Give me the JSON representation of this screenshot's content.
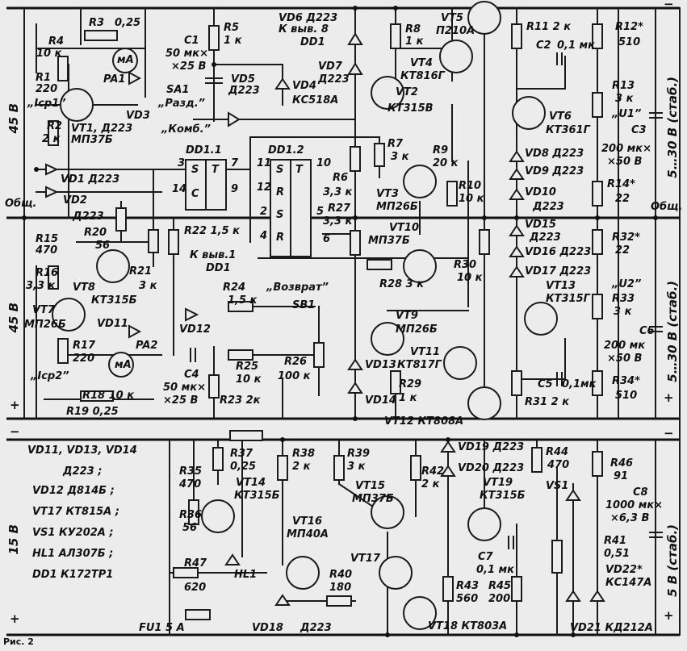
{
  "rails": {
    "v45": "45 В",
    "v15": "15 В",
    "obsh_left": "Общ.",
    "obsh_right": "Общ.",
    "plus": "+",
    "minus": "−",
    "stab_u1": "5…30 В (стаб.)",
    "stab_u2": "5…30 В (стаб.)",
    "stab_5": "5 В (стаб.)"
  },
  "top": {
    "r4": "R4",
    "r4v": "10 к",
    "r3": "R3",
    "r3v": "0,25",
    "r1": "R1",
    "r1v": "220",
    "icp1": "„Iср1”",
    "r2": "R2",
    "r2v": "2 к",
    "vt1": "VT1, Д223",
    "vt1m": "МП37Б",
    "pa1": "PA1",
    "ma": "мА",
    "vd3": "VD3",
    "r5": "R5",
    "r5v": "1 к",
    "c1": "C1",
    "c1v": "50 мк×",
    "c1v2": "×25 В",
    "vd5": "VD5",
    "vd5m": "Д223",
    "vd4": "VD4",
    "vd4m": "КС518А",
    "sa1": "SA1",
    "razd": "„Разд.”",
    "komb": "„Комб.”",
    "vd6": "VD6 Д223",
    "vd6b": "К выв. 8",
    "dd1": "DD1",
    "vd7": "VD7",
    "vd7m": "Д223",
    "r8": "R8",
    "r8v": "1 к",
    "vt5": "VT5",
    "vt5m": "П210А",
    "vt4": "VT4",
    "vt4m": "КТ816Г",
    "vt2": "VT2",
    "vt2m": "КТ315В",
    "r11": "R11 2 к",
    "c2": "C2",
    "c2v": "0,1 мк",
    "r12": "R12*",
    "r12v": "510",
    "r13": "R13",
    "r13v": "3 к",
    "vt6": "VT6",
    "vt6m": "КТ361Г",
    "u1": "„U1”",
    "c3": "C3",
    "c3v": "200 мк×",
    "c3v2": "×50 В",
    "r14": "R14*",
    "r14v": "22",
    "vd8": "VD8  Д223",
    "vd9": "VD9  Д223",
    "vd10": "VD10",
    "vd10m": "Д223",
    "r7": "R7",
    "r7v": "3 к",
    "r9": "R9",
    "r9v": "20 к",
    "vt3": "VT3",
    "vt3m": "МП26Б",
    "r6": "R6",
    "r6v": "3,3 к",
    "r27": "R27",
    "r27v": "3,3 к",
    "r10": "R10",
    "r10v": "10 к",
    "dd11": "DD1.1",
    "dd12": "DD1.2",
    "vd1": "VD1 Д223",
    "vd2": "VD2",
    "vd2m": "Д223",
    "r15": "R15",
    "r15v": "470",
    "r16": "R16",
    "r16v": "3,3 к",
    "r20": "R20",
    "r20v": "56",
    "vt8": "VT8",
    "vt8m": "КТ315Б",
    "r21": "R21",
    "r21v": "3 к",
    "r22": "R22 1,5 к",
    "kv1": "К выв.1",
    "kv1b": "DD1",
    "vt10": "VT10",
    "vt10m": "МП37Б",
    "r28": "R28 3 к",
    "r30": "R30",
    "r30v": "10 к",
    "vd15": "VD15",
    "vd15m": "Д223",
    "vd16": "VD16 Д223",
    "vd17": "VD17 Д223",
    "r32": "R32*",
    "r32v": "22",
    "vt13": "VT13",
    "vt13m": "КТ315Г",
    "u2": "„U2”",
    "r33": "R33",
    "r33v": "3 к",
    "c6": "C6",
    "c6v": "200 мк",
    "c6v2": "×50 В",
    "vt7": "VT7",
    "vt7m": "МП26Б",
    "r17": "R17",
    "r17v": "220",
    "vd11": "VD11",
    "pa2": "PA2",
    "icp2": "„Iср2”",
    "r18": "R18 10 к",
    "r19": "R19 0,25",
    "r24": "R24",
    "r24v": "1,5 к",
    "vozvrat": "„Возврат”",
    "sb1": "SB1",
    "vd12": "VD12",
    "c4": "C4",
    "c4v": "50 мк×",
    "c4v2": "×25 В",
    "r25": "R25",
    "r25v": "10 к",
    "r26": "R26",
    "r26v": "100 к",
    "r23": "R23 2к",
    "vt9": "VT9",
    "vt9m": "МП26Б",
    "vt11": "VT11",
    "vt11m": "КТ817Г",
    "vd13": "VD13",
    "vd14": "VD14",
    "r29": "R29",
    "r29v": "1 к",
    "c5": "C5",
    "c5v": "0,1мк",
    "r31": "R31 2 к",
    "r34": "R34*",
    "r34v": "510",
    "vt12": "VT12  КТ808А"
  },
  "notes": [
    "VD11, VD13, VD14",
    "Д223 ;",
    "VD12   Д814Б ;",
    "VT17   КТ815А ;",
    "VS1  КУ202А ;",
    "HL1  АЛ307Б ;",
    "DD1  К172ТР1"
  ],
  "bottom": {
    "r37": "R37",
    "r37v": "0,25",
    "r35": "R35",
    "r35v": "470",
    "vt14": "VT14",
    "vt14m": "КТ315Б",
    "r36": "R36",
    "r36v": "56",
    "r38": "R38",
    "r38v": "2 к",
    "r39": "R39",
    "r39v": "3 к",
    "vt15": "VT15",
    "vt15m": "МП37Б",
    "vt16": "VT16",
    "vt16m": "МП40А",
    "r40": "R40",
    "r40v": "180",
    "vt17": "VT17",
    "r42": "R42",
    "r42v": "2 к",
    "vd19": "VD19 Д223",
    "vd20": "VD20 Д223",
    "vt19": "VT19",
    "vt19m": "КТ315Б",
    "c7": "C7",
    "c7v": "0,1 мк",
    "r43": "R43",
    "r43v": "560",
    "r45": "R45",
    "r45v": "200",
    "vt18": "VT18   КТ803А",
    "r44": "R44",
    "r44v": "470",
    "vs1": "VS1",
    "r41": "R41",
    "r41v": "0,51",
    "r46": "R46",
    "r46v": "91",
    "c8": "C8",
    "c8v": "1000 мк×",
    "c8v2": "×6,3 В",
    "vd22": "VD22*",
    "vd22m": "КС147А",
    "vd21": "VD21  КД212А",
    "r47": "R47",
    "r47v": "620",
    "hl1": "HL1",
    "fu1": "FU1  5 А",
    "vd18": "VD18",
    "vd18m": "Д223"
  },
  "dd": {
    "s": "S",
    "t": "T",
    "c": "C",
    "r": "R",
    "p3": "3",
    "p7": "7",
    "p14": "14",
    "p9": "9",
    "p11": "11",
    "p10": "10",
    "p12": "12",
    "p2": "2",
    "p5": "5",
    "p4": "4",
    "p6": "6"
  },
  "caption": "Рис. 2"
}
